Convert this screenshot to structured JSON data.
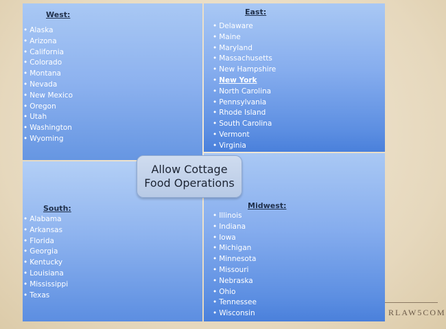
{
  "center": {
    "line1": "Allow Cottage",
    "line2": "Food Operations"
  },
  "quadrants": {
    "west": {
      "title": "West:",
      "states": [
        "Alaska",
        "Arizona",
        "California",
        "Colorado",
        "Montana",
        "Nevada",
        "New Mexico",
        "Oregon",
        "Utah",
        "Washington",
        "Wyoming"
      ]
    },
    "east": {
      "title": "East:",
      "states": [
        "Delaware",
        "Maine",
        "Maryland",
        "Massachusetts",
        "New Hampshire",
        "New York",
        "North Carolina",
        "Pennsylvania",
        "Rhode Island",
        "South Carolina",
        "Vermont",
        "Virginia"
      ],
      "highlighted": "New York"
    },
    "south": {
      "title": "South:",
      "states": [
        "Alabama",
        "Arkansas",
        "Florida",
        "Georgia",
        "Kentucky",
        "Louisiana",
        "Mississippi",
        "Texas"
      ]
    },
    "midwest": {
      "title": "Midwest:",
      "states": [
        "Illinois",
        "Indiana",
        "Iowa",
        "Michigan",
        "Minnesota",
        "Missouri",
        "Nebraska",
        "Ohio",
        "Tennessee",
        "Wisconsin"
      ]
    }
  },
  "footer": {
    "brand": "RLAW5COM"
  },
  "colors": {
    "quadrant_top": "#a9c8f4",
    "quadrant_bottom": "#4a80db",
    "center_box": "#c4d3ea",
    "background": "#eadfca"
  }
}
